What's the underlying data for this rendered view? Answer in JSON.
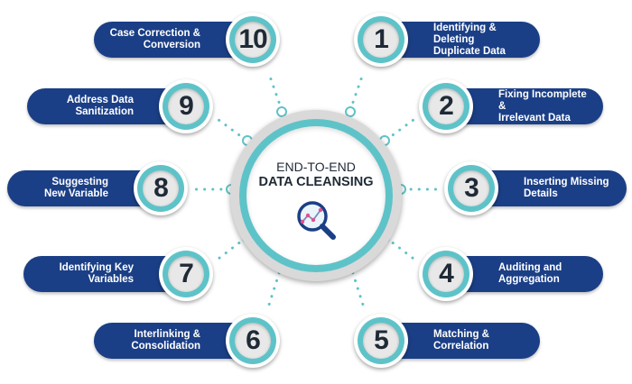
{
  "hub": {
    "title_line1": "END-TO-END",
    "title_line2": "DATA CLEANSING",
    "icon": "magnifier-chart-icon"
  },
  "steps": [
    {
      "number": "1",
      "label": "Identifying & Deleting\nDuplicate Data"
    },
    {
      "number": "2",
      "label": "Fixing Incomplete &\nIrrelevant Data"
    },
    {
      "number": "3",
      "label": "Inserting Missing\nDetails"
    },
    {
      "number": "4",
      "label": "Auditing and\nAggregation"
    },
    {
      "number": "5",
      "label": "Matching &\nCorrelation"
    },
    {
      "number": "6",
      "label": "Interlinking &\nConsolidation"
    },
    {
      "number": "7",
      "label": "Identifying Key\nVariables"
    },
    {
      "number": "8",
      "label": "Suggesting\nNew Variable"
    },
    {
      "number": "9",
      "label": "Address Data\nSanitization"
    },
    {
      "number": "10",
      "label": "Case Correction &\nConversion"
    }
  ],
  "colors": {
    "pill": "#1b3f86",
    "teal": "#5ec3c8",
    "dark_text": "#1f2a36"
  }
}
